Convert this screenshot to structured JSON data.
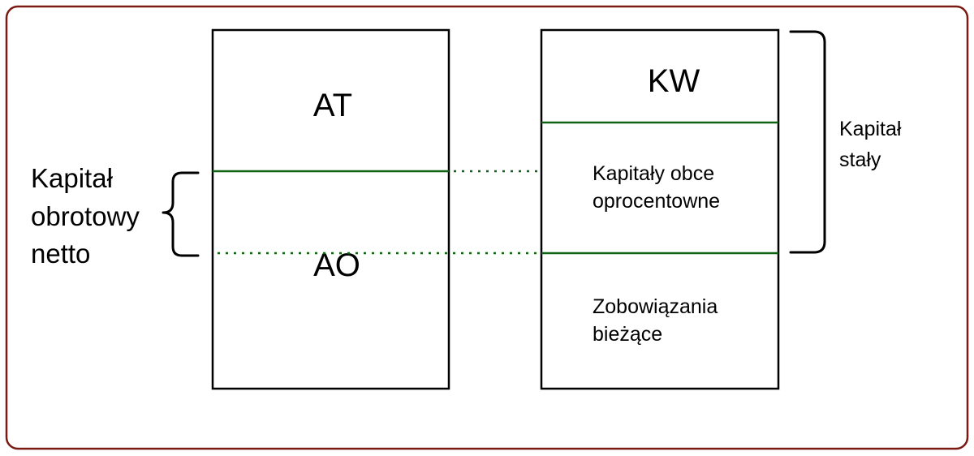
{
  "colors": {
    "frame": "#7a1a12",
    "divider": "#0e6212",
    "box_stroke": "#000000",
    "background": "#ffffff"
  },
  "left_column": {
    "top_label": "AT",
    "bottom_label": "AO"
  },
  "right_column": {
    "top_label": "KW",
    "middle_label_line1": "Kapitały obce",
    "middle_label_line2": "oprocentowne",
    "bottom_label_line1": "Zobowiązania",
    "bottom_label_line2": "bieżące"
  },
  "left_annotation": {
    "line1": "Kapitał",
    "line2": "obrotowy",
    "line3": "netto"
  },
  "right_annotation": {
    "line1": "Kapitał",
    "line2": "stały"
  }
}
